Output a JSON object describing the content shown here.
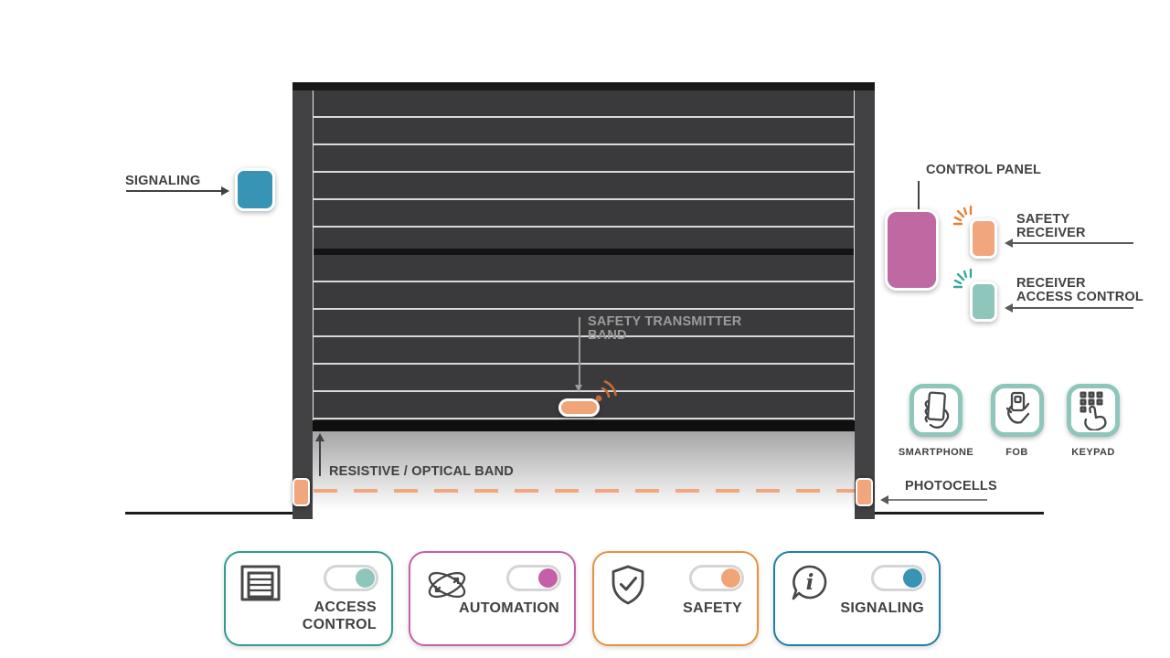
{
  "annotations": {
    "signaling": {
      "label": "SIGNALING",
      "box_color": "#3794b4"
    },
    "control_panel": {
      "label": "CONTROL PANEL",
      "box_color": "#bf68a1"
    },
    "safety_receiver": {
      "line1": "SAFETY",
      "line2": "RECEIVER",
      "box_color": "#f2a67d"
    },
    "receiver_access_control": {
      "line1": "RECEIVER",
      "line2": "ACCESS CONTROL",
      "box_color": "#8ec6bc"
    },
    "safety_transmitter": {
      "line1": "SAFETY TRANSMITTER",
      "line2": "BAND"
    },
    "resistive_band": {
      "label": "RESISTIVE / OPTICAL BAND"
    },
    "photocells": {
      "label": "PHOTOCELLS",
      "sensor_color": "#f2a67d"
    }
  },
  "access_methods": [
    {
      "id": "smartphone",
      "label": "SMARTPHONE"
    },
    {
      "id": "fob",
      "label": "FOB"
    },
    {
      "id": "keypad",
      "label": "KEYPAD"
    }
  ],
  "cards": [
    {
      "id": "access-control",
      "line1": "ACCESS",
      "line2": "CONTROL",
      "border_color": "#2f9e8e",
      "knob_color": "#8ec6bc",
      "state": "on"
    },
    {
      "id": "automation",
      "line1": "AUTOMATION",
      "border_color": "#c45fa8",
      "knob_color": "#c45fa8",
      "state": "on"
    },
    {
      "id": "safety",
      "line1": "SAFETY",
      "border_color": "#e8913c",
      "knob_color": "#f0a478",
      "state": "on"
    },
    {
      "id": "signaling",
      "line1": "SIGNALING",
      "border_color": "#1f7fa6",
      "knob_color": "#3794b4",
      "state": "on"
    }
  ],
  "colors": {
    "door_curtain": "#3a3a3c",
    "door_rail": "#424144",
    "label_dark": "#414042",
    "label_light_on_door": "#9b9b9b",
    "beam_orange": "#f2a67d",
    "wifi_orange": "#c76b33"
  }
}
